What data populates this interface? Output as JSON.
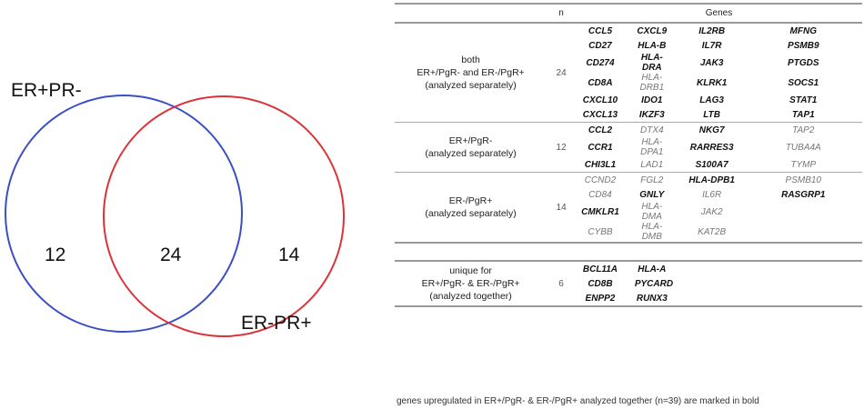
{
  "venn": {
    "set_a": {
      "label": "ER+PR-",
      "color": "#3b4fc4",
      "count": "12"
    },
    "set_b": {
      "label": "ER-PR+",
      "color": "#d9343a",
      "count": "14"
    },
    "intersection": "24"
  },
  "table": {
    "headers": {
      "n": "n",
      "genes": "Genes"
    },
    "sections": [
      {
        "label": [
          "both",
          "ER+/PgR- and ER-/PgR+",
          "(analyzed separately)"
        ],
        "n": "24",
        "rows": [
          [
            {
              "g": "CCL5",
              "b": 1
            },
            {
              "g": "CXCL9",
              "b": 1
            },
            {
              "g": "IL2RB",
              "b": 1
            },
            {
              "g": "MFNG",
              "b": 1
            }
          ],
          [
            {
              "g": "CD27",
              "b": 1
            },
            {
              "g": "HLA-B",
              "b": 1
            },
            {
              "g": "IL7R",
              "b": 1
            },
            {
              "g": "PSMB9",
              "b": 1
            }
          ],
          [
            {
              "g": "CD274",
              "b": 1
            },
            {
              "g": "HLA-DRA",
              "b": 1
            },
            {
              "g": "JAK3",
              "b": 1
            },
            {
              "g": "PTGDS",
              "b": 1
            }
          ],
          [
            {
              "g": "CD8A",
              "b": 1
            },
            {
              "g": "HLA-DRB1",
              "b": 0
            },
            {
              "g": "KLRK1",
              "b": 1
            },
            {
              "g": "SOCS1",
              "b": 1
            }
          ],
          [
            {
              "g": "CXCL10",
              "b": 1
            },
            {
              "g": "IDO1",
              "b": 1
            },
            {
              "g": "LAG3",
              "b": 1
            },
            {
              "g": "STAT1",
              "b": 1
            }
          ],
          [
            {
              "g": "CXCL13",
              "b": 1
            },
            {
              "g": "IKZF3",
              "b": 1
            },
            {
              "g": "LTB",
              "b": 1
            },
            {
              "g": "TAP1",
              "b": 1
            }
          ]
        ]
      },
      {
        "label": [
          "ER+/PgR-",
          "(analyzed separately)"
        ],
        "n": "12",
        "rows": [
          [
            {
              "g": "CCL2",
              "b": 1
            },
            {
              "g": "DTX4",
              "b": 0
            },
            {
              "g": "NKG7",
              "b": 1
            },
            {
              "g": "TAP2",
              "b": 0
            }
          ],
          [
            {
              "g": "CCR1",
              "b": 1
            },
            {
              "g": "HLA-DPA1",
              "b": 0
            },
            {
              "g": "RARRES3",
              "b": 1
            },
            {
              "g": "TUBA4A",
              "b": 0
            }
          ],
          [
            {
              "g": "CHI3L1",
              "b": 1
            },
            {
              "g": "LAD1",
              "b": 0
            },
            {
              "g": "S100A7",
              "b": 1
            },
            {
              "g": "TYMP",
              "b": 0
            }
          ]
        ]
      },
      {
        "label": [
          "ER-/PgR+",
          "(analyzed separately)"
        ],
        "n": "14",
        "rows": [
          [
            {
              "g": "CCND2",
              "b": 0
            },
            {
              "g": "FGL2",
              "b": 0
            },
            {
              "g": "HLA-DPB1",
              "b": 1
            },
            {
              "g": "PSMB10",
              "b": 0
            }
          ],
          [
            {
              "g": "CD84",
              "b": 0
            },
            {
              "g": "GNLY",
              "b": 1
            },
            {
              "g": "IL6R",
              "b": 0
            },
            {
              "g": "RASGRP1",
              "b": 1
            }
          ],
          [
            {
              "g": "CMKLR1",
              "b": 1
            },
            {
              "g": "HLA-DMA",
              "b": 0
            },
            {
              "g": "JAK2",
              "b": 0
            },
            {
              "g": "",
              "b": 0
            }
          ],
          [
            {
              "g": "CYBB",
              "b": 0
            },
            {
              "g": "HLA-DMB",
              "b": 0
            },
            {
              "g": "KAT2B",
              "b": 0
            },
            {
              "g": "",
              "b": 0
            }
          ]
        ]
      },
      {
        "label": [
          "unique for",
          "ER+/PgR- & ER-/PgR+",
          "(analyzed together)"
        ],
        "n": "6",
        "rows": [
          [
            {
              "g": "BCL11A",
              "b": 1
            },
            {
              "g": "HLA-A",
              "b": 1
            },
            {
              "g": "",
              "b": 0
            },
            {
              "g": "",
              "b": 0
            }
          ],
          [
            {
              "g": "CD8B",
              "b": 1
            },
            {
              "g": "PYCARD",
              "b": 1
            },
            {
              "g": "",
              "b": 0
            },
            {
              "g": "",
              "b": 0
            }
          ],
          [
            {
              "g": "ENPP2",
              "b": 1
            },
            {
              "g": "RUNX3",
              "b": 1
            },
            {
              "g": "",
              "b": 0
            },
            {
              "g": "",
              "b": 0
            }
          ]
        ]
      }
    ]
  },
  "footnote": "genes upregulated in ER+/PgR- & ER-/PgR+ analyzed together (n=39) are marked in bold"
}
